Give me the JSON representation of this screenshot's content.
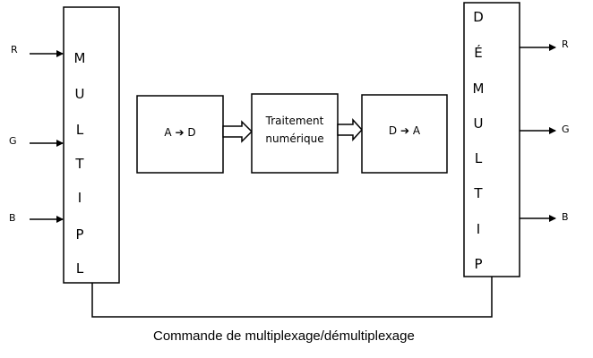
{
  "inputs": [
    "R",
    "G",
    "B"
  ],
  "outputs": [
    "R",
    "G",
    "B"
  ],
  "mux_letters": [
    "M",
    "U",
    "L",
    "T",
    "I",
    "P",
    "L"
  ],
  "demux_letters": [
    "D",
    "É",
    "M",
    "U",
    "L",
    "T",
    "I",
    "P"
  ],
  "adc_label": "A ➔ D",
  "processing_label_1": "Traitement",
  "processing_label_2": "numérique",
  "dac_label": "D ➔ A",
  "caption": "Commande de multiplexage/démultiplexage"
}
